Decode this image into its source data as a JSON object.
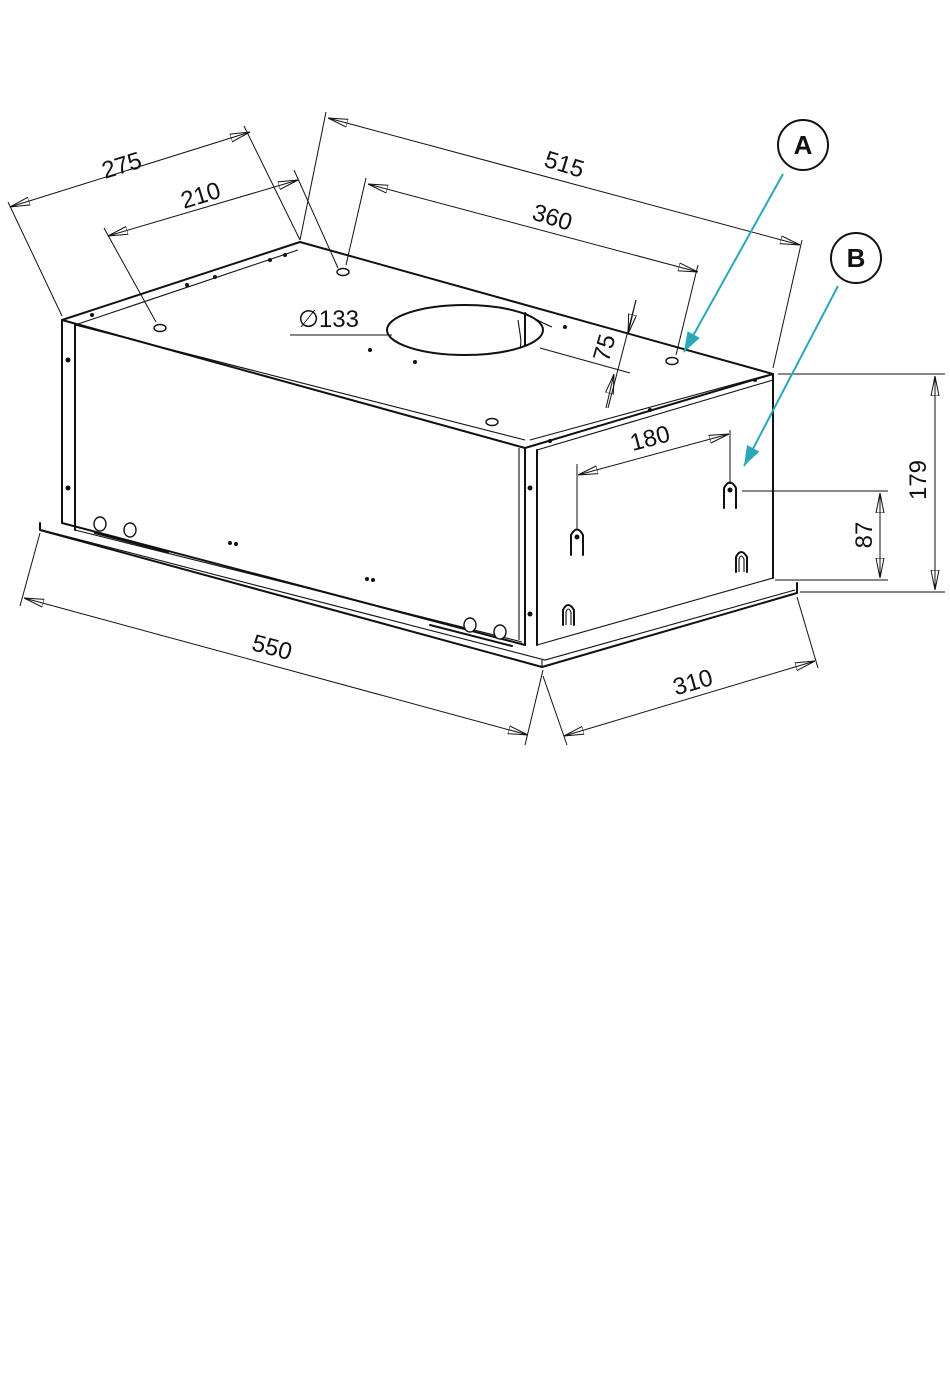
{
  "dimensions": {
    "depth_outer": "275",
    "depth_inner": "210",
    "width_top": "515",
    "width_holes": "360",
    "duct_diameter": "∅133",
    "duct_offset": "75",
    "bracket_spacing": "180",
    "height_total": "179",
    "bracket_height": "87",
    "width_bottom": "550",
    "depth_bottom": "310"
  },
  "callouts": {
    "a": "A",
    "b": "B"
  },
  "colors": {
    "line": "#111111",
    "leader": "#2aa7b8",
    "background": "#ffffff"
  }
}
